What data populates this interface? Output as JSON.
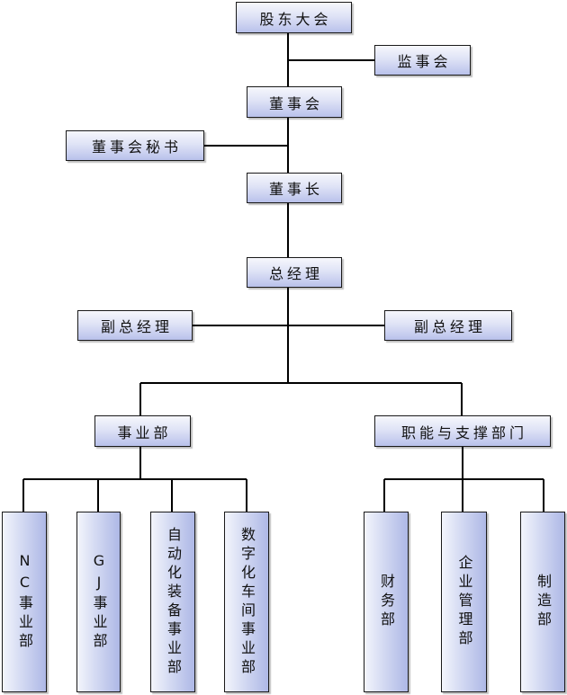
{
  "nodes": {
    "shareholders": "股东大会",
    "supervisors": "监事会",
    "board": "董事会",
    "board_secretary": "董事会秘书",
    "chairman": "董事长",
    "general_manager": "总经理",
    "deputy_gm_left": "副总经理",
    "deputy_gm_right": "副总经理",
    "business_division": "事业部",
    "support_division": "职能与支撑部门",
    "nc_division": "NC事业部",
    "gj_division": "GJ事业部",
    "automation_division": "自动化装备事业部",
    "digital_workshop_division": "数字化车间事业部",
    "finance_dept": "财务部",
    "enterprise_mgmt_dept": "企业管理部",
    "manufacturing_dept": "制造部"
  }
}
